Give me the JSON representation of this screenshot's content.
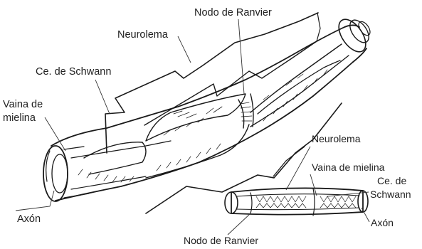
{
  "main_diagram": {
    "labels": {
      "nodo_ranvier": "Nodo de Ranvier",
      "neurolema": "Neurolema",
      "schwann": "Ce. de Schwann",
      "vaina_line1": "Vaina de",
      "vaina_line2": "mielina",
      "axon": "Axón"
    }
  },
  "inset_diagram": {
    "labels": {
      "neurolema": "Neurolema",
      "vaina": "Vaina de mielina",
      "schwann_line1": "Ce. de",
      "schwann_line2": "Schwann",
      "axon": "Axón",
      "nodo_ranvier": "Nodo de Ranvier"
    }
  }
}
